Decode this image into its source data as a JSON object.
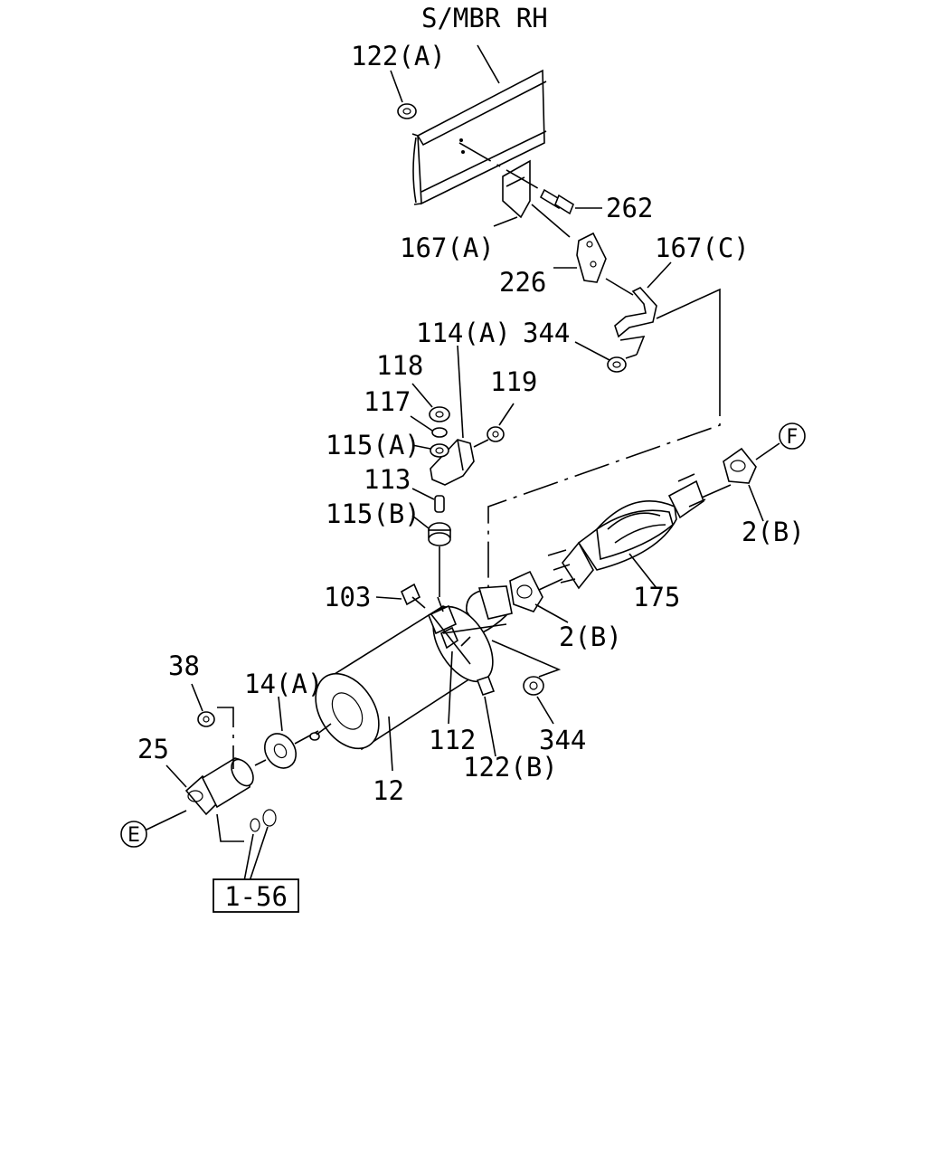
{
  "diagram": {
    "frame_label": "S/MBR RH",
    "callouts": {
      "p122a": "122(A)",
      "p262": "262",
      "p167a": "167(A)",
      "p226": "226",
      "p167c": "167(C)",
      "p344_top": "344",
      "p114a": "114(A)",
      "p118": "118",
      "p117": "117",
      "p119": "119",
      "p115a": "115(A)",
      "p113": "113",
      "p115b": "115(B)",
      "p2b_right": "2(B)",
      "p175": "175",
      "p103": "103",
      "p2b_mid": "2(B)",
      "p38": "38",
      "p14a": "14(A)",
      "p25": "25",
      "p112": "112",
      "p344_bottom": "344",
      "p122b": "122(B)",
      "p12": "12"
    },
    "circle_refs": {
      "e": "E",
      "f": "F"
    },
    "ref_box": "1-56"
  }
}
